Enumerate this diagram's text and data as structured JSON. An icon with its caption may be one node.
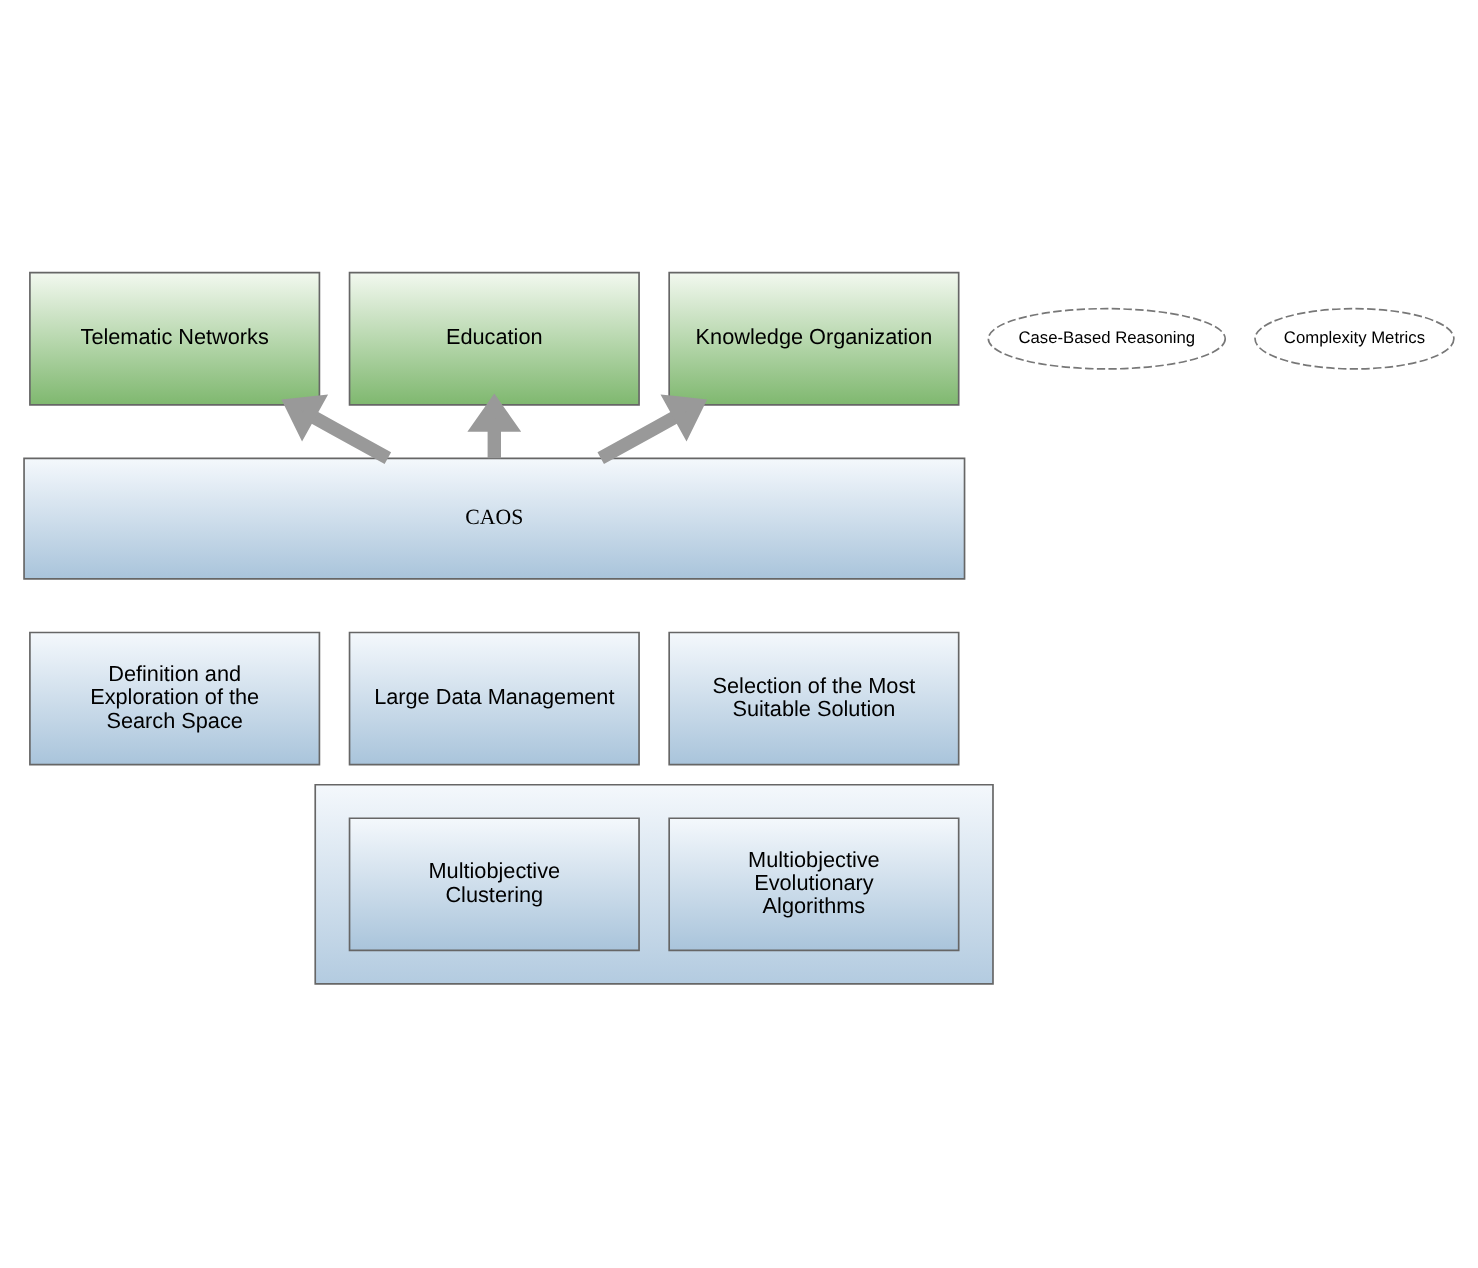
{
  "diagram": {
    "nodes": [
      {
        "text": [
          "Telematic Networks"
        ]
      },
      {
        "text": [
          "Education"
        ]
      },
      {
        "text": [
          "Knowledge Organization"
        ]
      },
      {
        "text": [
          "Case-Based Reasoning"
        ]
      },
      {
        "text": [
          "Complexity Metrics"
        ]
      },
      {
        "text": [
          "CAOS"
        ]
      },
      {
        "text": [
          "Definition and Exploration of the Search Space"
        ]
      },
      {
        "text": [
          "Large Data Management"
        ]
      },
      {
        "text": [
          "Selection of the Most Suitable Solution"
        ]
      },
      {
        "text": [],
        "shape": "bar"
      },
      {
        "text": [
          "Multiobjective Clustering"
        ],
        "in": 9
      },
      {
        "text": [
          "Multiobjective Evolutionary Algorithms"
        ],
        "in": 9
      }
    ],
    "edges": [
      {
        "from": 5,
        "to": 0,
        "arrow": "to"
      },
      {
        "from": 5,
        "to": 1,
        "arrow": "to"
      },
      {
        "from": 5,
        "to": 2,
        "arrow": "to"
      }
    ]
  }
}
